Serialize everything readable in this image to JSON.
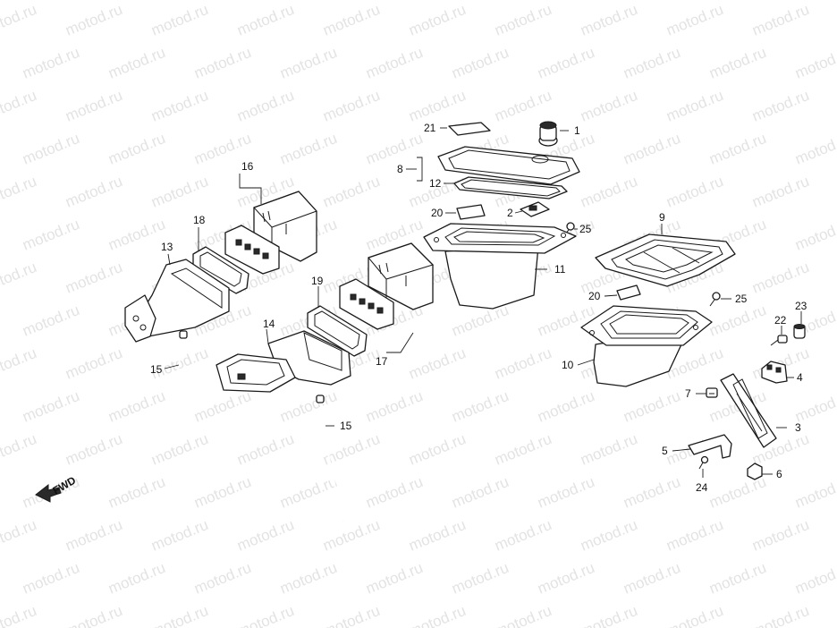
{
  "watermark": {
    "text": "motod.ru"
  },
  "direction_label": "FWD",
  "callouts": {
    "c1": "1",
    "c2": "2",
    "c3": "3",
    "c4": "4",
    "c5": "5",
    "c6": "6",
    "c7": "7",
    "c8": "8",
    "c9": "9",
    "c10": "10",
    "c11": "11",
    "c12": "12",
    "c13": "13",
    "c14": "14",
    "c15a": "15",
    "c15b": "15",
    "c16": "16",
    "c17": "17",
    "c18": "18",
    "c19": "19",
    "c20a": "20",
    "c20b": "20",
    "c21": "21",
    "c22": "22",
    "c23": "23",
    "c24": "24",
    "c25a": "25",
    "c25b": "25"
  }
}
